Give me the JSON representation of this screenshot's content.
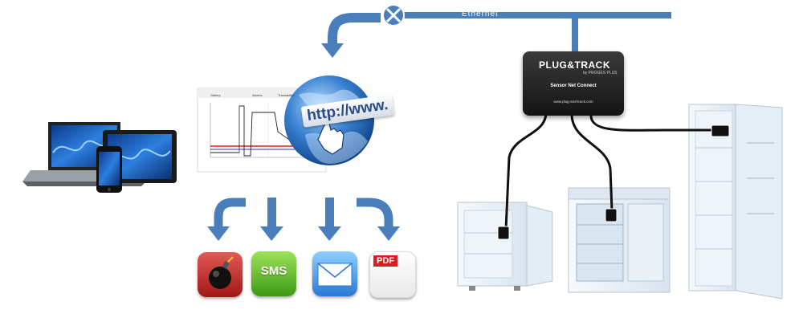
{
  "diagram": {
    "ethernet_label": "Ethernet",
    "device": {
      "brand": "PLUG&TRACK",
      "brand_sub": "by PROGES PLUS",
      "model": "Sensor Net Connect",
      "url": "www.plug-and-track.com"
    },
    "globe_text": "http://www.",
    "chart_tabs": [
      "Gallery",
      "Alarms",
      "Traceability"
    ],
    "notifications": {
      "sms_label": "SMS",
      "pdf_label": "PDF"
    },
    "colors": {
      "arrow_blue": "#4a7ebb",
      "ethernet_line": "#4a7ebb",
      "globe_blue": "#1f5ea8",
      "cable_black": "#111111",
      "fridge_white": "#e9f0f6"
    },
    "icons": [
      "laptop-icon",
      "tablet-icon",
      "smartphone-icon",
      "network-junction-icon",
      "globe-icon",
      "alarm-bomb-icon",
      "sms-icon",
      "mail-icon",
      "pdf-icon"
    ]
  }
}
